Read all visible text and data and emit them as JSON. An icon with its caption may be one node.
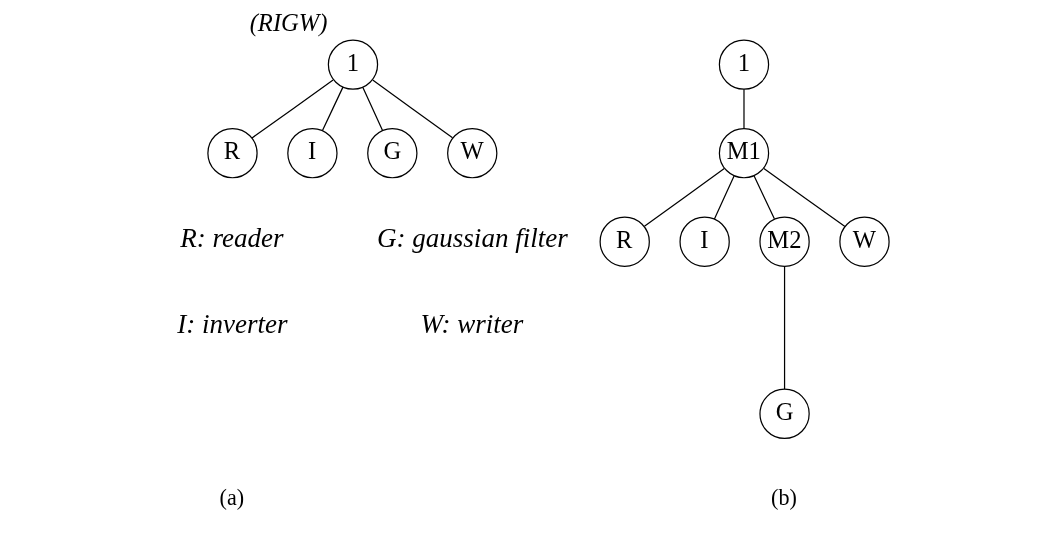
{
  "diagram": {
    "nodes": [
      {
        "text": [
          "1"
        ],
        "beside": [
          "(RIGW)"
        ]
      },
      {
        "text": [
          "R"
        ]
      },
      {
        "text": [
          "I"
        ]
      },
      {
        "text": [
          "G"
        ]
      },
      {
        "text": [
          "W"
        ]
      },
      {
        "text": [
          "1"
        ]
      },
      {
        "text": [
          "M1"
        ]
      },
      {
        "text": [
          "R"
        ]
      },
      {
        "text": [
          "I"
        ]
      },
      {
        "text": [
          "M2"
        ]
      },
      {
        "text": [
          "W"
        ]
      },
      {
        "text": [
          "G"
        ]
      }
    ],
    "edges": [
      {
        "from": 0,
        "to": 1,
        "arrow": "none"
      },
      {
        "from": 0,
        "to": 2,
        "arrow": "none"
      },
      {
        "from": 0,
        "to": 3,
        "arrow": "none"
      },
      {
        "from": 0,
        "to": 4,
        "arrow": "none"
      },
      {
        "from": 5,
        "to": 6,
        "arrow": "none"
      },
      {
        "from": 6,
        "to": 7,
        "arrow": "none"
      },
      {
        "from": 6,
        "to": 8,
        "arrow": "none"
      },
      {
        "from": 6,
        "to": 9,
        "arrow": "none"
      },
      {
        "from": 6,
        "to": 10,
        "arrow": "none"
      },
      {
        "from": 9,
        "to": 11,
        "arrow": "none"
      }
    ],
    "labels": [
      "R: reader",
      "G: gaussian filter",
      "I: inverter",
      "W: writer",
      "(a)",
      "(b)"
    ]
  }
}
